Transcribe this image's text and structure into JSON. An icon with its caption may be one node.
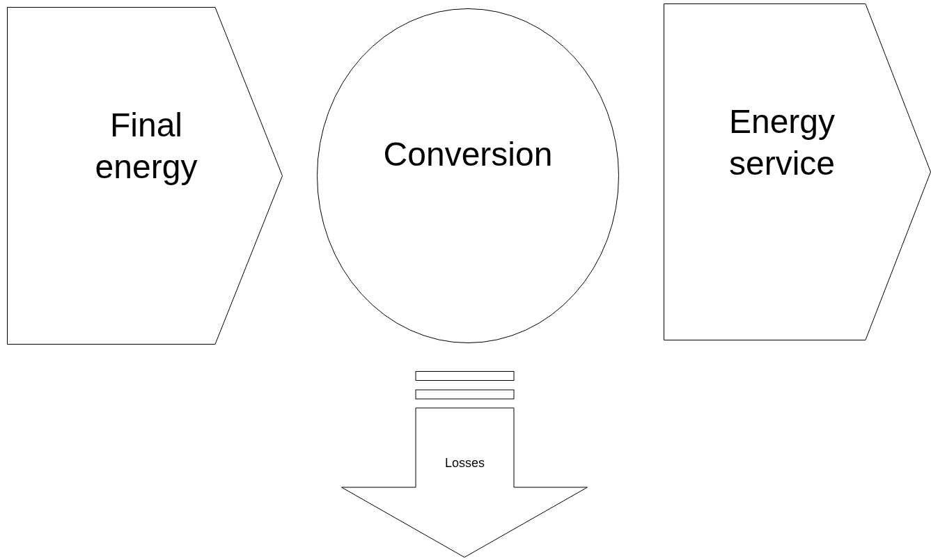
{
  "diagram": {
    "nodes": [
      {
        "text": [
          "Final energy"
        ]
      },
      {
        "text": [
          "Conversion"
        ]
      },
      {
        "text": [
          "Energy service"
        ]
      },
      {
        "text": [
          "Losses"
        ]
      }
    ]
  }
}
